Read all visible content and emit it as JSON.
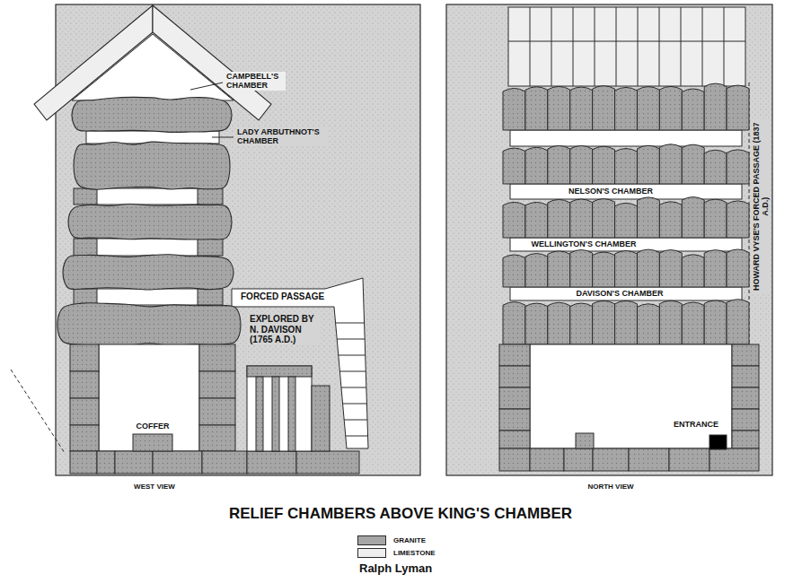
{
  "diagram": {
    "title": "RELIEF CHAMBERS ABOVE KING'S CHAMBER",
    "caption": "Ralph Lyman",
    "labels": [
      "CAMPBELL'S CHAMBER",
      "LADY ARBUTHNOT'S CHAMBER",
      "FORCED PASSAGE",
      "EXPLORED BY N. DAVISON (1765 A.D.)",
      "COFFER",
      "WEST VIEW",
      "NELSON'S CHAMBER",
      "WELLINGTON'S CHAMBER",
      "DAVISON'S CHAMBER",
      "HOWARD VYSE'S FORCED PASSAGE (1837 A.D.)",
      "ENTRANCE",
      "NORTH VIEW"
    ],
    "legend": [
      {
        "text": "GRANITE",
        "color": "#a6a6a6"
      },
      {
        "text": "LIMESTONE",
        "color": "#efefef"
      }
    ]
  }
}
